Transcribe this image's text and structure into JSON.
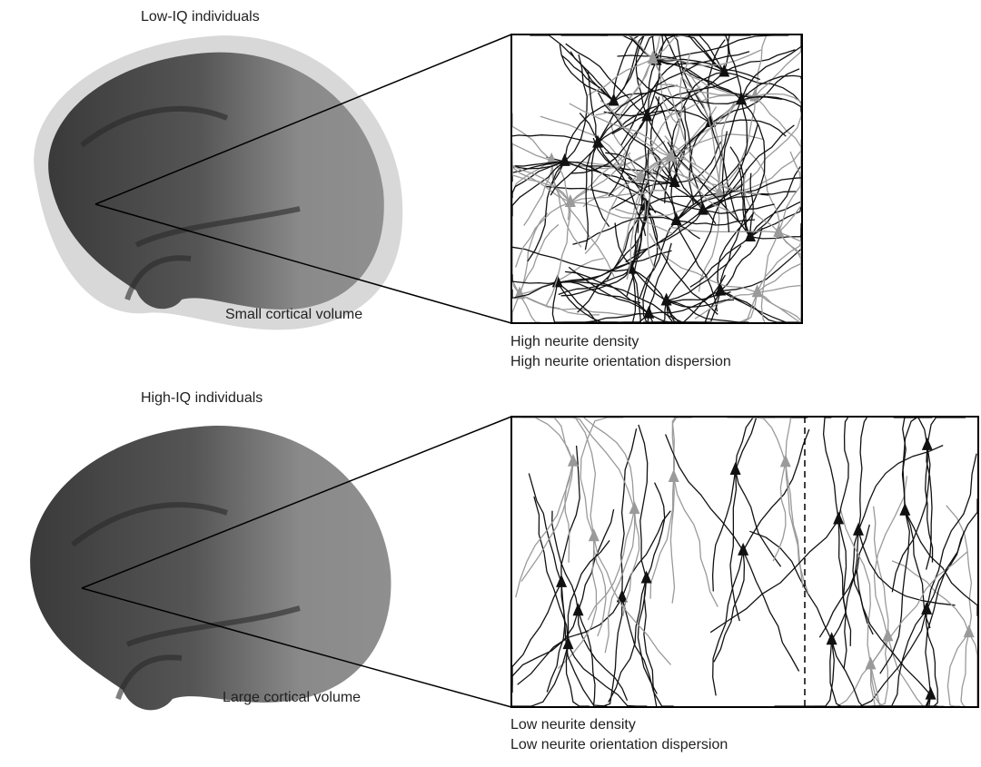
{
  "top": {
    "group_label": "Low-IQ individuals",
    "volume_label": "Small cortical volume",
    "density_label": "High neurite density",
    "dispersion_label": "High neurite orientation dispersion"
  },
  "bottom": {
    "group_label": "High-IQ individuals",
    "volume_label": "Large cortical volume",
    "density_label": "Low neurite density",
    "dispersion_label": "Low neurite orientation dispersion"
  },
  "colors": {
    "neuron_dark": "#111111",
    "neuron_light": "#9a9a9a",
    "brain_dark": "#3a3a3a",
    "brain_light": "#8a8a8a"
  }
}
